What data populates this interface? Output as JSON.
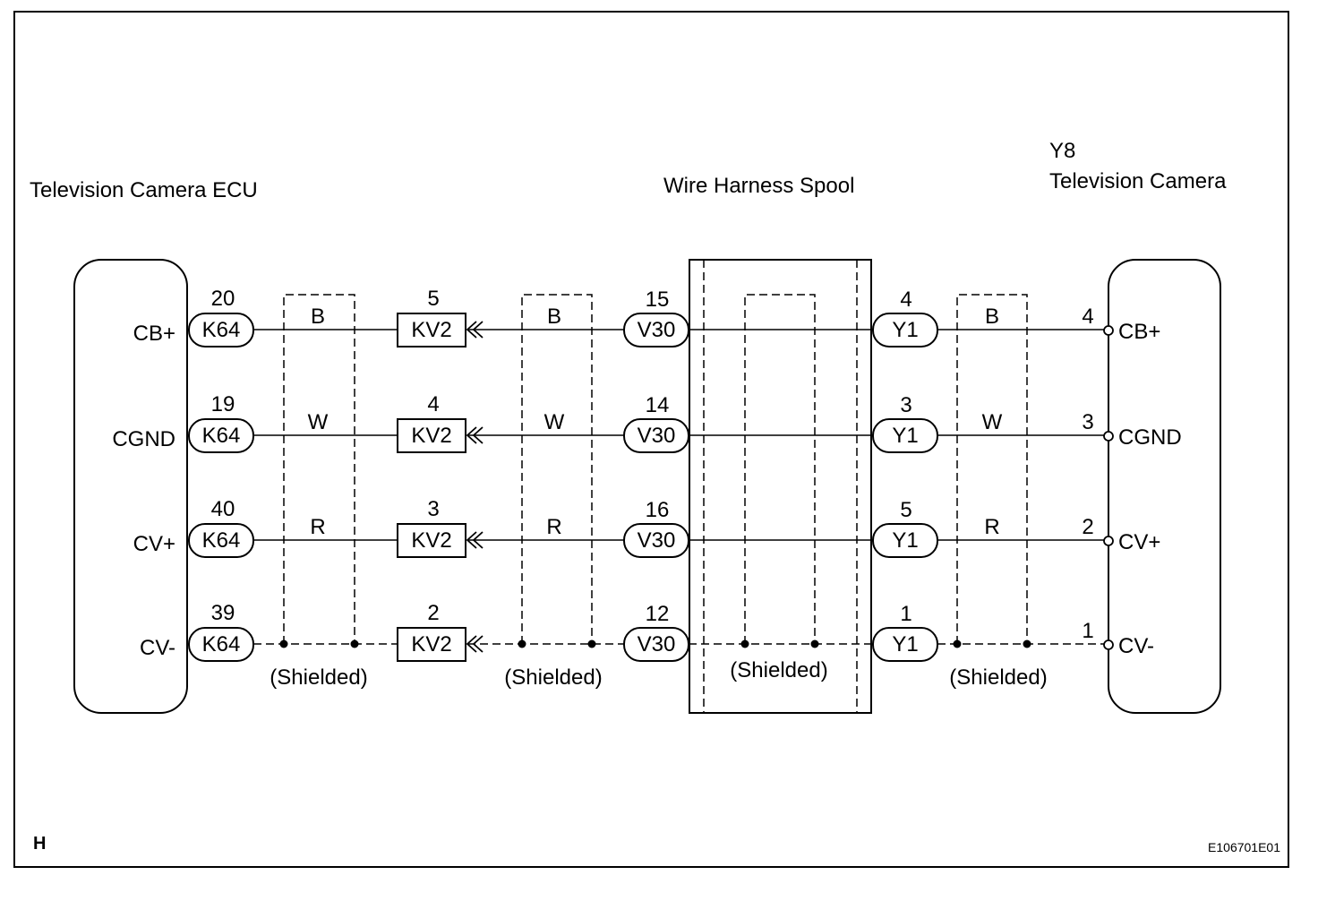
{
  "title_ecu": "Television Camera ECU",
  "title_spool": "Wire Harness Spool",
  "title_camera_code": "Y8",
  "title_camera": "Television Camera",
  "shield_label": "(Shielded)",
  "corner_letter": "H",
  "figure_id": "E106701E01",
  "colors": {
    "ink": "#000000",
    "background": "#ffffff"
  },
  "rows": [
    {
      "ecu_term": "CB+",
      "k64_pin": "20",
      "k64": "K64",
      "wire1": "B",
      "kv2_pin": "5",
      "kv2": "KV2",
      "wire2": "B",
      "v30_pin": "15",
      "v30": "V30",
      "y1_pin": "4",
      "y1": "Y1",
      "wire3": "B",
      "cam_pin": "4",
      "cam_term": "CB+",
      "shielded": false
    },
    {
      "ecu_term": "CGND",
      "k64_pin": "19",
      "k64": "K64",
      "wire1": "W",
      "kv2_pin": "4",
      "kv2": "KV2",
      "wire2": "W",
      "v30_pin": "14",
      "v30": "V30",
      "y1_pin": "3",
      "y1": "Y1",
      "wire3": "W",
      "cam_pin": "3",
      "cam_term": "CGND",
      "shielded": false
    },
    {
      "ecu_term": "CV+",
      "k64_pin": "40",
      "k64": "K64",
      "wire1": "R",
      "kv2_pin": "3",
      "kv2": "KV2",
      "wire2": "R",
      "v30_pin": "16",
      "v30": "V30",
      "y1_pin": "5",
      "y1": "Y1",
      "wire3": "R",
      "cam_pin": "2",
      "cam_term": "CV+",
      "shielded": false
    },
    {
      "ecu_term": "CV-",
      "k64_pin": "39",
      "k64": "K64",
      "wire1": "",
      "kv2_pin": "2",
      "kv2": "KV2",
      "wire2": "",
      "v30_pin": "12",
      "v30": "V30",
      "y1_pin": "1",
      "y1": "Y1",
      "wire3": "",
      "cam_pin": "1",
      "cam_term": "CV-",
      "shielded": true
    }
  ]
}
